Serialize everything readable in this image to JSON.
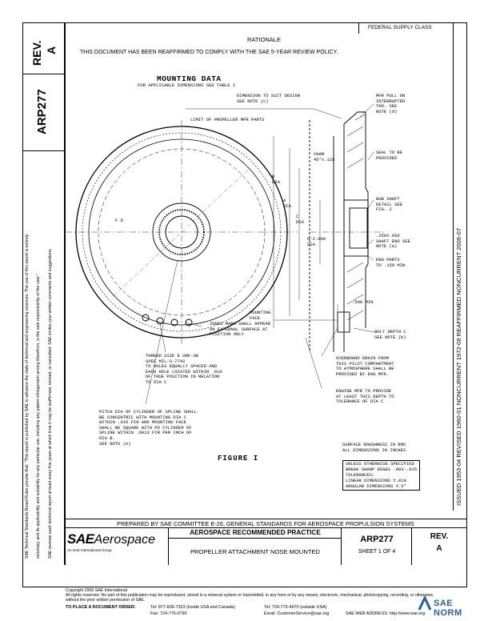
{
  "header": {
    "federal_supply_class": "FEDERAL SUPPLY CLASS",
    "rationale_title": "RATIONALE",
    "rationale_text": "THIS DOCUMENT HAS BEEN REAFFIRMED TO COMPLY WITH THE SAE 5-YEAR REVIEW POLICY."
  },
  "left_column": {
    "rev_label": "REV.",
    "rev_value": "A",
    "doc_number": "ARP277",
    "disclaimer_1": "SAE Technical Standards Board Rules provide that: \"This report is published by SAE to advance the state of technical and engineering sciences. The use of this report is entirely",
    "disclaimer_2": "voluntary, and its applicability and suitability for any particular use, including any patent infringement arising therefrom, is the sole responsibility of the user.\"",
    "disclaimer_3": "SAE reviews each technical report at least every five years at which time it may be reaffirmed, revised, or cancelled. SAE invites your written comments and suggestions."
  },
  "right_column": {
    "history": "ISSUED 1953-04    REVISED 1960-01    NONCURRENT 1972-08    REAFFIRMED NONCURRENT 2006-07"
  },
  "drawing": {
    "title": "MOUNTING DATA",
    "subtitle": "FOR APPLICABLE DIMENSIONS SEE TABLE I",
    "figure_label": "FIGURE I",
    "notes": {
      "dim_to_suit": "DIMENSION TO SUIT DESIGN\nSEE NOTE (c)",
      "mfr_pull": "MFR PULL ON\nINTERRUPTED\nTHD. SEE\nNOTE (d)",
      "limit_prop": "LIMIT OF PROPELLER MFR PARTS",
      "seal": "SEAL TO BE\nPROVIDED",
      "cham": "CHAM\n45°x.125",
      "b_dia": "B\nDIA",
      "a_dia": "A\nDIA",
      "c_dia": "C\nDIA",
      "g_dia": "G-2.000\nDIA",
      "hub_shaft": "HUB SHAFT\nDETAIL SEE\nFIG. 2",
      "shaft_end": ".250±.050\nSHAFT END SEE\nNOTE (a)",
      "eng_parts": "ENG PARTS\nTO .150 MIN",
      "mounting_face": "MOUNTING\nFACE",
      "min_500": ".500 MIN",
      "bolt_depth": "BOLT DEPTH C\nSEE NOTE (b)",
      "index_mark": "INDEX MARK SHALL APPEAR\nON EXTERNAL SURFACE AT\nPOSITION ONLY",
      "thread_size": "THREAD SIZE E UNF-3B\nSPEC MIL-S-7742\nTO HOLES EQUALLY SPACED AND\nEACH HOLE LOCATED WITHIN .010\nOF TRUE POSITION IN RELATION\nTO DIA C",
      "pitch_dia": "PITCH DIA OF CYLINDER OF SPLINE SHALL\nBE CONCENTRIC WITH MOUNTING DIA C\nWITHIN .010 FIR AND MOUNTING FACE\nSHALL BE SQUARE WITH PD CYLINDER OF\nSPLINE WITHIN .0013 FIR PER INCH OF\nDIA B.\nSEE NOTE (e)",
      "overboard_drain": "OVERBOARD DRAIN FROM\nTHIS PILOT COMPARTMENT\nTO ATMOSPHERE SHALL BE\nPROVIDED BY ENG MFR.",
      "engine_mfr": "ENGINE MFR TO PROVIDE\nAT LEAST THIS DEPTH TO\nTOLERANCE OF DIA C",
      "f_dia": "F D",
      "surface_roughness": "SURFACE ROUGHNESS IN RMS\nALL DIMENSIONS IN INCHES",
      "tolerances": "UNLESS OTHERWISE SPECIFIED\nBREAK SHARP EDGES .003-.015\nTOLERANCES:\nLINEAR DIMENSIONS ±.010\nANGULAR DIMENSIONS ±.5°"
    }
  },
  "footer": {
    "prepared_by": "PREPARED BY SAE COMMITTEE E-26, GENERAL STANDARDS FOR AEROSPACE PROPULSION SYSTEMS",
    "logo_sae": "SAE",
    "logo_aerospace": "Aerospace",
    "logo_tagline": "An SAE International Group",
    "category": "AEROSPACE RECOMMENDED PRACTICE",
    "doc_title": "PROPELLER ATTACHMENT NOSE MOUNTED",
    "doc_number": "ARP277",
    "sheet": "SHEET 1 OF 4",
    "rev_label": "REV.",
    "rev_value": "A",
    "copyright": "Copyright 2006 SAE International",
    "rights": "All rights reserved. No part of this publication may be reproduced, stored in a retrieval system or transmitted, in any form or by any means, electronic, mechanical, photocopying, recording, or otherwise, without the prior written permission of SAE.",
    "order_label": "TO PLACE A DOCUMENT ORDER:",
    "tel_1": "Tel: 877-606-7323 (inside USA and Canada)",
    "tel_2": "Tel: 724-776-4970 (outside USA)",
    "fax": "Fax: 724-776-0790",
    "email": "Email: CustomerService@sae.org",
    "web": "SAE WEB ADDRESS: http://www.sae.org"
  },
  "watermark": {
    "brand": "SAE NORM"
  }
}
